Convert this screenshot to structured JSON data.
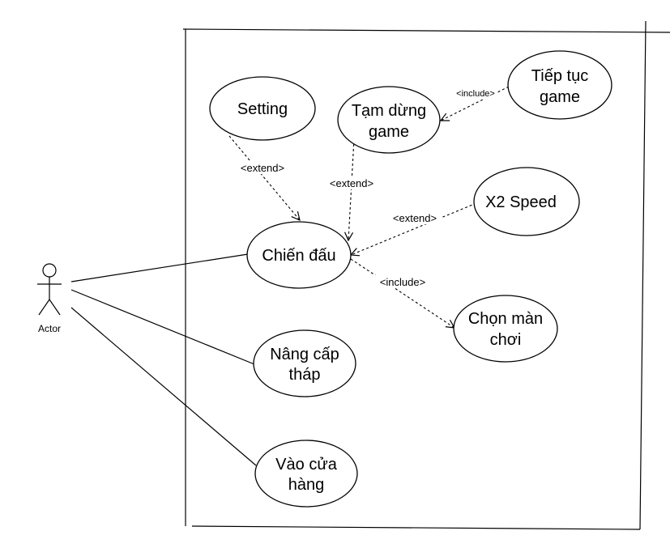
{
  "actor": {
    "label": "Actor"
  },
  "use_cases": {
    "setting": [
      "Setting"
    ],
    "tam_dung_game": [
      "Tạm dừng",
      "game"
    ],
    "tiep_tuc_game": [
      "Tiếp tục",
      "game"
    ],
    "x2_speed": [
      "X2 Speed"
    ],
    "chien_dau": [
      "Chiến đấu"
    ],
    "chon_man_choi": [
      "Chọn màn",
      "chơi"
    ],
    "nang_cap_thap": [
      "Nâng cấp",
      "tháp"
    ],
    "vao_cua_hang": [
      "Vào cửa",
      "hàng"
    ]
  },
  "relationships": {
    "setting_extend": "<extend>",
    "tam_dung_extend": "<extend>",
    "tiep_tuc_include": "<include>",
    "x2_extend": "<extend>",
    "chon_man_include": "<include>"
  }
}
